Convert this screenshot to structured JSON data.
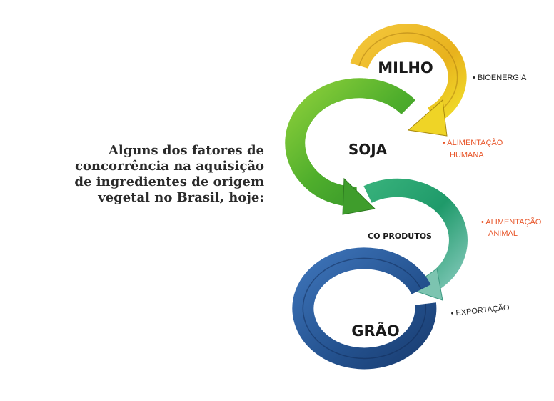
{
  "intro": {
    "lines": [
      "Alguns dos fatores de",
      "concorrência na aquisição",
      "de ingredientes de origem",
      "vegetal no Brasil, hoje:"
    ]
  },
  "rings": [
    {
      "label": "MILHO",
      "color": "#e6b01e"
    },
    {
      "label": "SOJA",
      "color": "#5cb82e"
    },
    {
      "label": "CO PRODUTOS",
      "color": "#2ea87a"
    },
    {
      "label": "GRÃO",
      "color": "#2d5fa0"
    }
  ],
  "factors": [
    {
      "label": "• BIOENERGIA",
      "color": "#222222"
    },
    {
      "label": "• ALIMENTAÇÃO",
      "label2": "HUMANA",
      "color": "#e8562a"
    },
    {
      "label": "• ALIMENTAÇÃO",
      "label2": "ANIMAL",
      "color": "#e8562a"
    },
    {
      "label": "• EXPORTAÇÃO",
      "color": "#222222"
    }
  ]
}
